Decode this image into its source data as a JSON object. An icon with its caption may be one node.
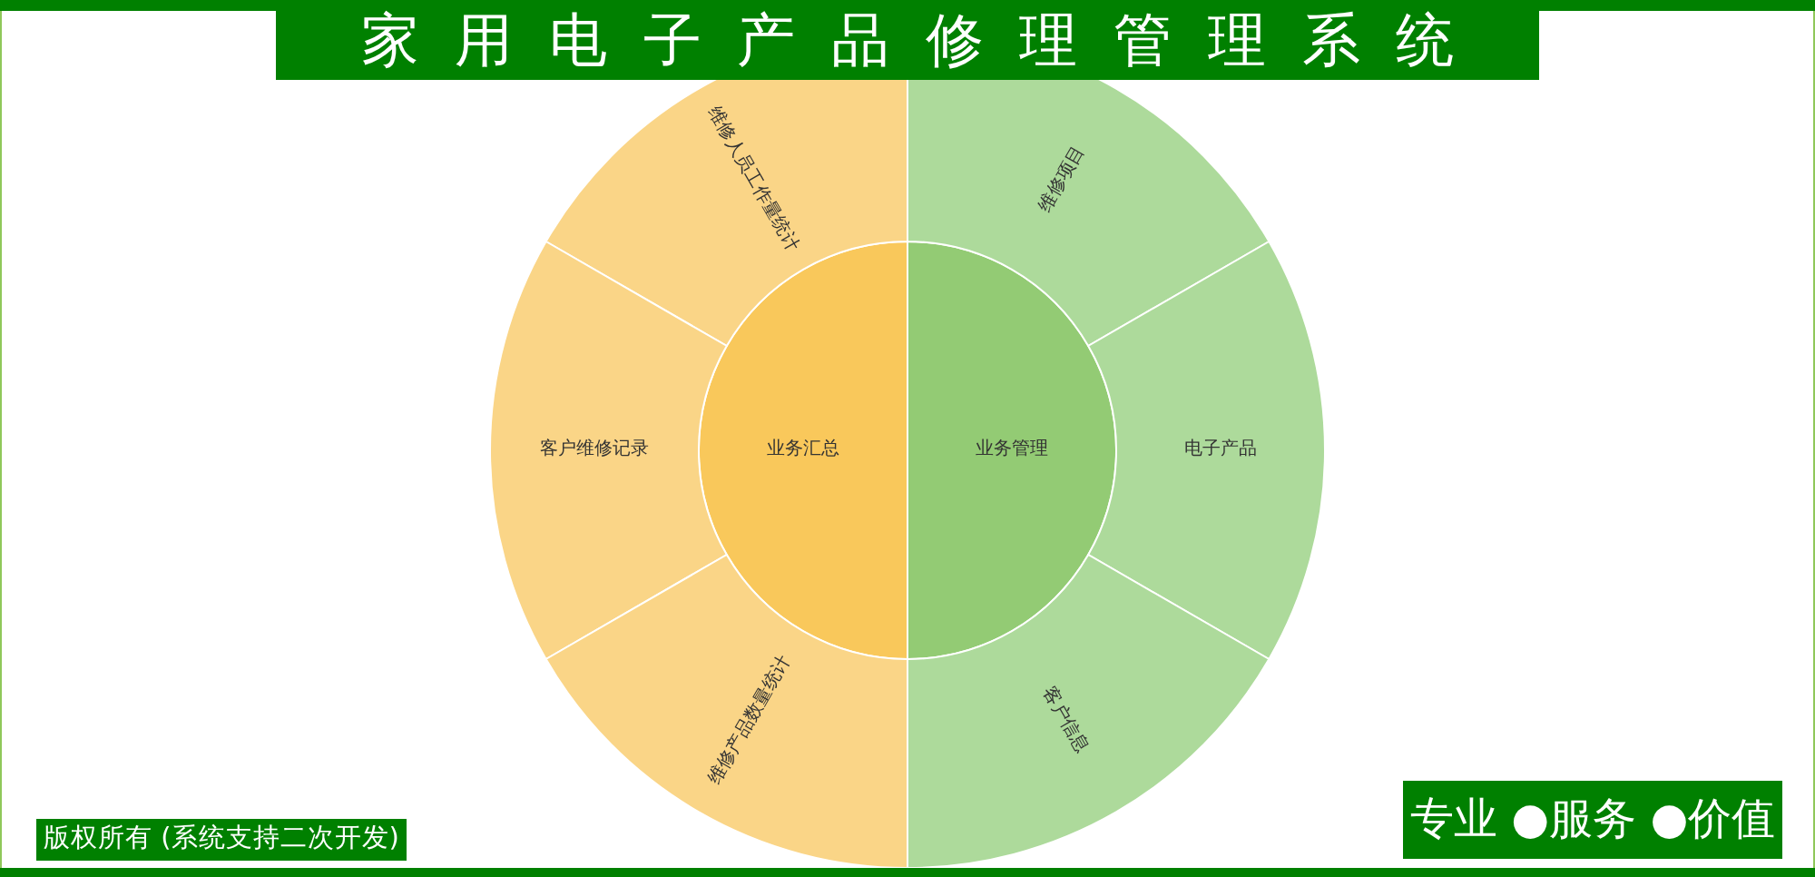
{
  "diagram": {
    "title": "家用电子产品修理管理系统",
    "nodes": [
      {
        "text": [
          "业务汇总"
        ]
      },
      {
        "text": [
          "业务管理"
        ]
      },
      {
        "text": [
          "维修人员工作量统计"
        ]
      },
      {
        "text": [
          "客户维修记录"
        ]
      },
      {
        "text": [
          "维修产品数量统计"
        ]
      },
      {
        "text": [
          "维修项目"
        ]
      },
      {
        "text": [
          "电子产品"
        ]
      },
      {
        "text": [
          "客户信息"
        ]
      }
    ],
    "labels": [
      "版权所有 (系统支持二次开发)",
      "专业 ●服务 ●价值"
    ]
  }
}
